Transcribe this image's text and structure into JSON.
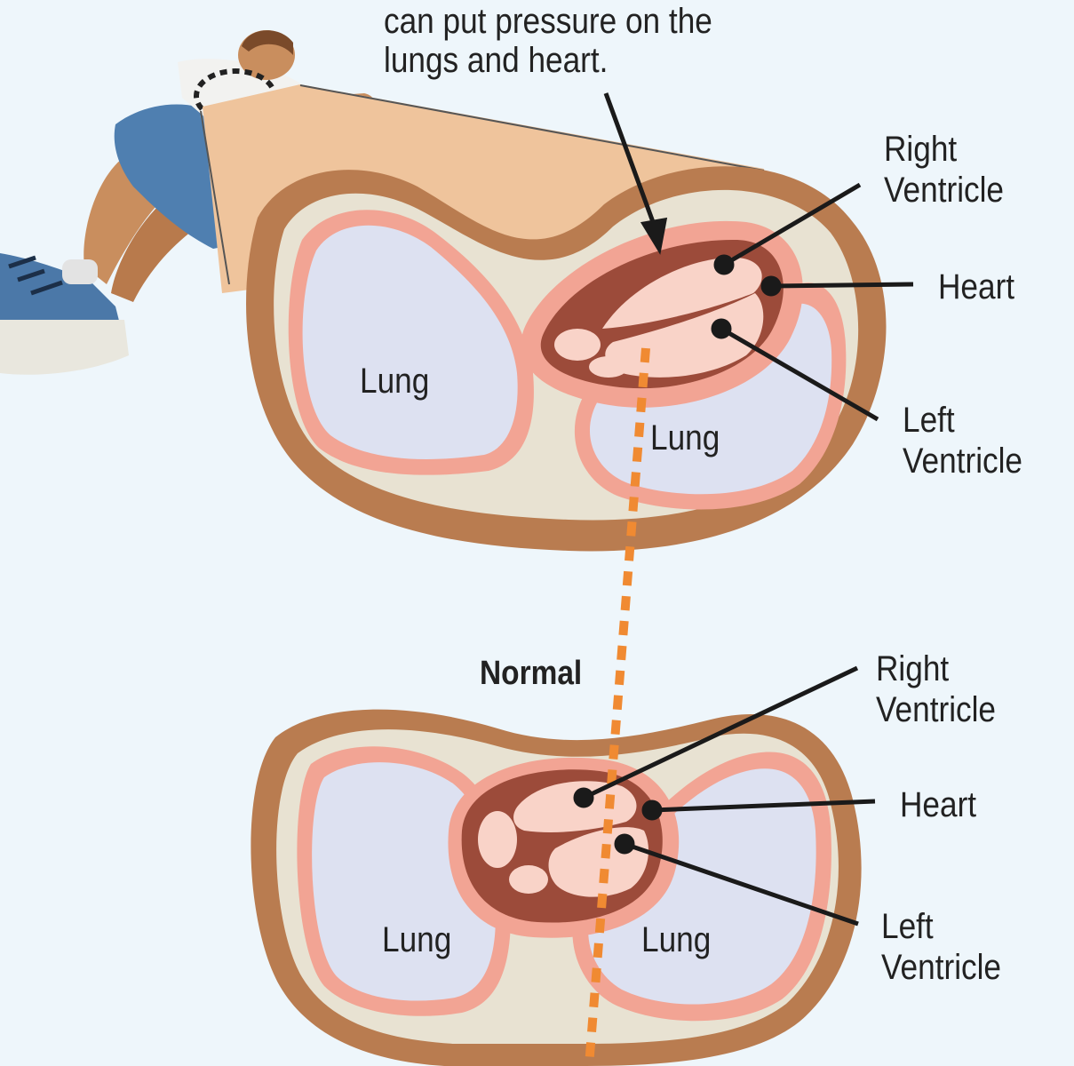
{
  "caption": {
    "line1": "can put pressure on the",
    "line2": "lungs and heart."
  },
  "top": {
    "right_ventricle": [
      "Right",
      "Ventricle"
    ],
    "heart": "Heart",
    "left_ventricle": [
      "Left",
      "Ventricle"
    ],
    "lung_left": "Lung",
    "lung_right": "Lung"
  },
  "bottom": {
    "title": "Normal",
    "right_ventricle": [
      "Right",
      "Ventricle"
    ],
    "heart": "Heart",
    "left_ventricle": [
      "Left",
      "Ventricle"
    ],
    "lung_left": "Lung",
    "lung_right": "Lung"
  },
  "colors": {
    "background": "#eef6fb",
    "skin_outer": "#b97c50",
    "fat_layer": "#e8e2d2",
    "pleura": "#f2a494",
    "lung": "#dde1f1",
    "heart_muscle": "#9c4b3a",
    "heart_chamber": "#f9d3c8",
    "midline": "#f08a32",
    "torso_skin": "#efc49c",
    "shorts": "#4f7fb0",
    "shoes": "#4b78a8"
  }
}
